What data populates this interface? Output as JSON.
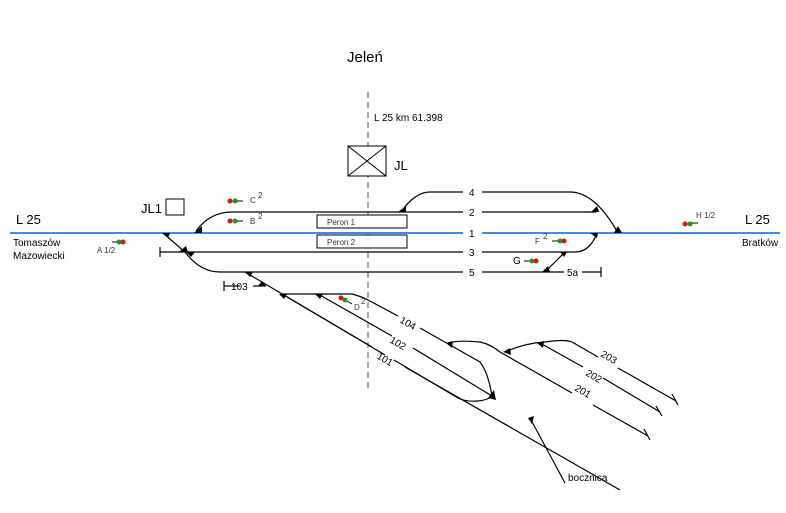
{
  "station": {
    "name": "Jeleń",
    "axis_label": "L 25  km  61.398",
    "signal_box_main": "JL",
    "signal_box_aux": "JL1"
  },
  "line": {
    "left_label": "L 25",
    "right_label": "L 25",
    "left_destination_line1": "Tomaszów",
    "left_destination_line2": "Mazowiecki",
    "right_destination": "Bratków"
  },
  "platforms": [
    "Peron 1",
    "Peron 2"
  ],
  "tracks": {
    "t4": "4",
    "t2": "2",
    "t1": "1",
    "t3": "3",
    "t5": "5",
    "t5a": "5a",
    "t103": "103",
    "t104": "104",
    "t102": "102",
    "t101": "101",
    "t203": "203",
    "t202": "202",
    "t201": "201",
    "siding": "bocznica"
  },
  "signals": {
    "A": {
      "label": "A 1/2"
    },
    "B": {
      "label": "B",
      "sup": "2"
    },
    "C": {
      "label": "C",
      "sup": "2"
    },
    "D": {
      "label": "D",
      "sup": "2"
    },
    "F": {
      "label": "F",
      "sup": "2"
    },
    "G": {
      "label": "G"
    },
    "H": {
      "label": "H 1/2"
    }
  },
  "colors": {
    "main_line": "#3a8ee6",
    "signal_red": "#e01010",
    "signal_green": "#1a9a1a"
  }
}
